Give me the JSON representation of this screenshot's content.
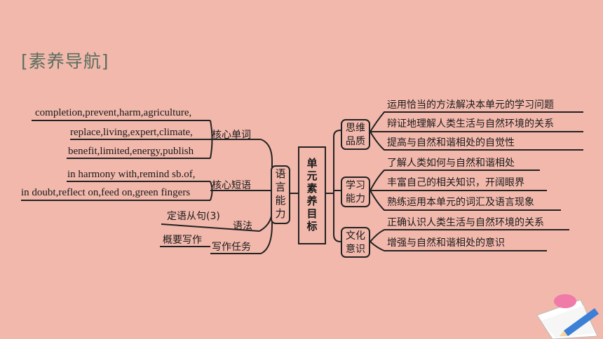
{
  "title": "[素养导航]",
  "center": "单元素养目标",
  "left_branch": {
    "label": "语言能力",
    "groups": [
      {
        "label": "核心单词",
        "items": [
          "completion,prevent,harm,agriculture,",
          "replace,living,expert,climate,",
          "benefit,limited,energy,publish"
        ]
      },
      {
        "label": "核心短语",
        "items": [
          "in harmony with,remind sb.of,",
          "in doubt,reflect on,feed on,green fingers"
        ]
      },
      {
        "label": "语法",
        "items": [
          "定语从句(3)"
        ]
      },
      {
        "label": "写作任务",
        "items": [
          "概要写作"
        ]
      }
    ]
  },
  "right_branches": [
    {
      "label": "思维品质",
      "items": [
        "运用恰当的方法解决本单元的学习问题",
        "辩证地理解人类生活与自然环境的关系",
        "提高与自然和谐相处的自觉性"
      ]
    },
    {
      "label": "学习能力",
      "items": [
        "了解人类如何与自然和谐相处",
        "丰富自己的相关知识，开阔眼界",
        "熟练运用本单元的词汇及语言现象"
      ]
    },
    {
      "label": "文化意识",
      "items": [
        "正确认识人类生活与自然环境的关系",
        "增强与自然和谐相处的意识"
      ]
    }
  ]
}
